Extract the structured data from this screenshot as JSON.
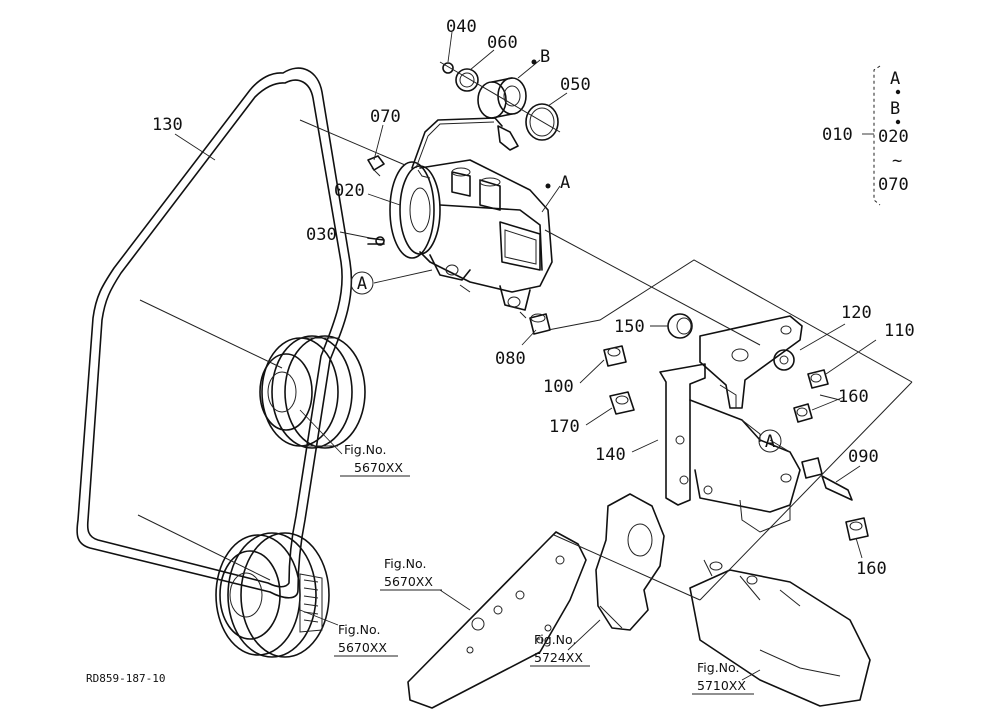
{
  "parts": {
    "p010": "010",
    "p020_a": "020",
    "p020_b": "020",
    "p030": "030",
    "p040": "040",
    "p050": "050",
    "p060": "060",
    "p070_a": "070",
    "p070_b": "070",
    "p080": "080",
    "p090": "090",
    "p100": "100",
    "p110": "110",
    "p120": "120",
    "p130": "130",
    "p140": "140",
    "p150": "150",
    "p160_a": "160",
    "p160_b": "160",
    "p170": "170"
  },
  "markers": {
    "a_circle_1": "A",
    "a_circle_2": "A",
    "a_point": "A",
    "b_point": "B",
    "set_a": "A",
    "set_b": "B",
    "set_tilde": "~"
  },
  "figs": {
    "pulley_upper": {
      "label": "Fig.No.",
      "num": "5670XX"
    },
    "pulley_lower": {
      "label": "Fig.No.",
      "num": "5670XX"
    },
    "plate": {
      "label": "Fig.No.",
      "num": "5670XX"
    },
    "housing": {
      "label": "Fig.No.",
      "num": "5724XX"
    },
    "frame": {
      "label": "Fig.No.",
      "num": "5710XX"
    }
  },
  "footer": {
    "drawing_code": "RD859-187-10"
  }
}
